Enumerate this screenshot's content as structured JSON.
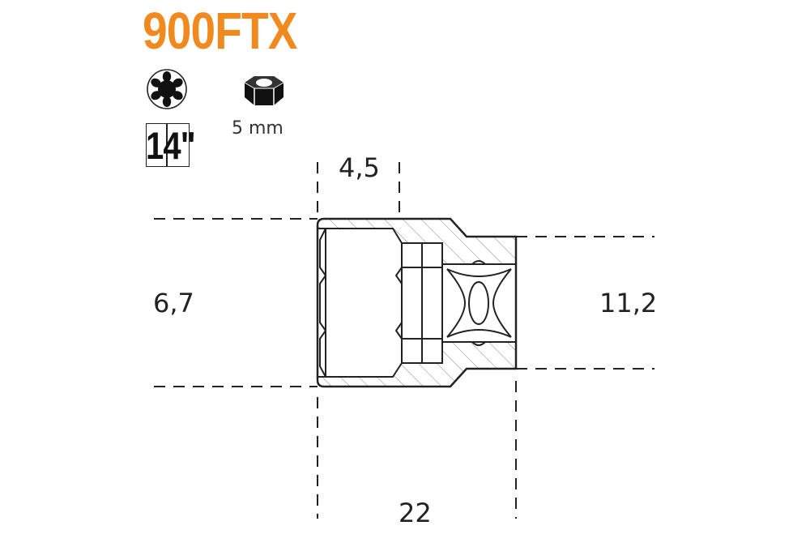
{
  "header": {
    "model": "900FTX",
    "brand_color": "#F08A1E",
    "drive_size": "14\"",
    "hex_size_label": "5 mm"
  },
  "icons": {
    "torx": "torx-star-icon",
    "hex_nut": "hex-nut-icon"
  },
  "dimensions": {
    "depth_top": "4,5",
    "head_height": "6,7",
    "drive_height": "11,2",
    "overall_length": "22"
  }
}
